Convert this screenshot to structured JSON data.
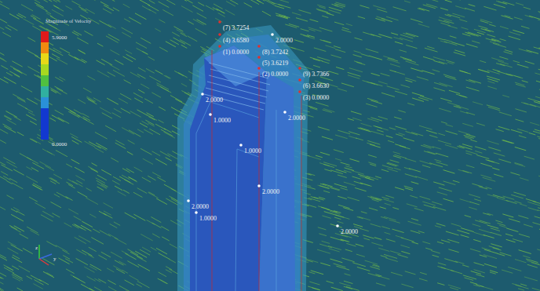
{
  "diagram": {
    "labels": [
      "Magnitude of Velocity",
      "(7) 3.7254",
      "(4) 3.6580",
      "2.0000",
      "(1) 0.0000",
      "(8) 3.7242",
      "(5) 3.6219",
      "(2) 0.0000",
      "(9) 3.7366",
      "(6) 3.6630",
      "(3) 0.0000",
      "2.0000",
      "1.0000",
      "2.0000",
      "1.0000",
      "2.0000",
      "2.0000",
      "1.0000",
      "2.0000",
      "z",
      "y"
    ],
    "legend": [
      {
        "text": "5.9000",
        "color": "#e01a1a"
      },
      {
        "text": "0.0000",
        "color": "#1238d0"
      }
    ]
  }
}
